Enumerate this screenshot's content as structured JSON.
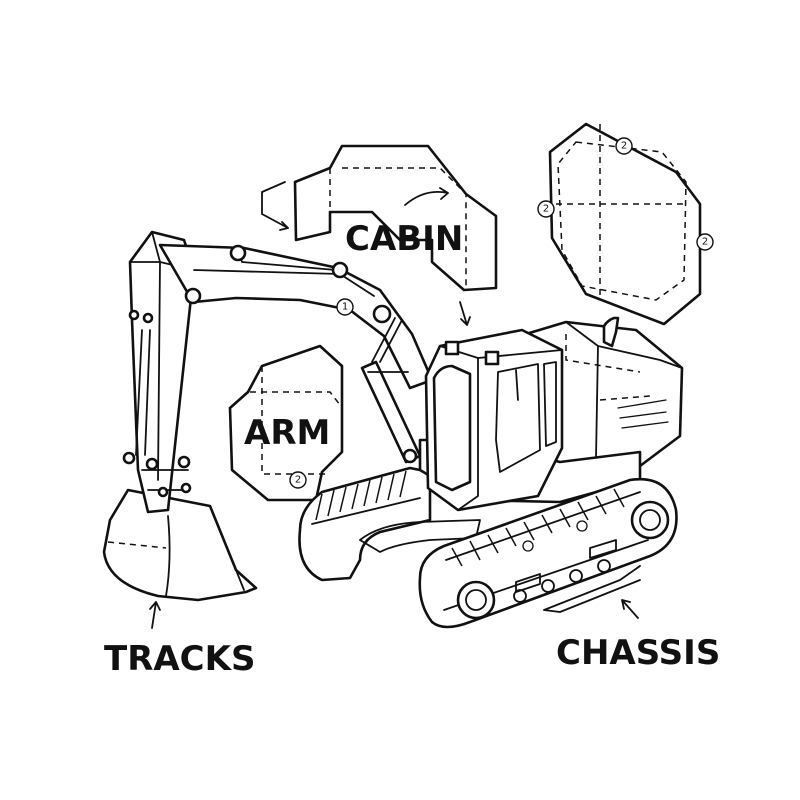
{
  "labels": {
    "cabin": "CABIN",
    "arm": "ARM",
    "tracks": "TRACKS",
    "chassis": "CHASSIS"
  },
  "markers": {
    "arm_step": "1",
    "arm_panel": "2",
    "cabin_panel_top": "2",
    "cabin_panel_left": "2",
    "cabin_panel_right": "2"
  }
}
